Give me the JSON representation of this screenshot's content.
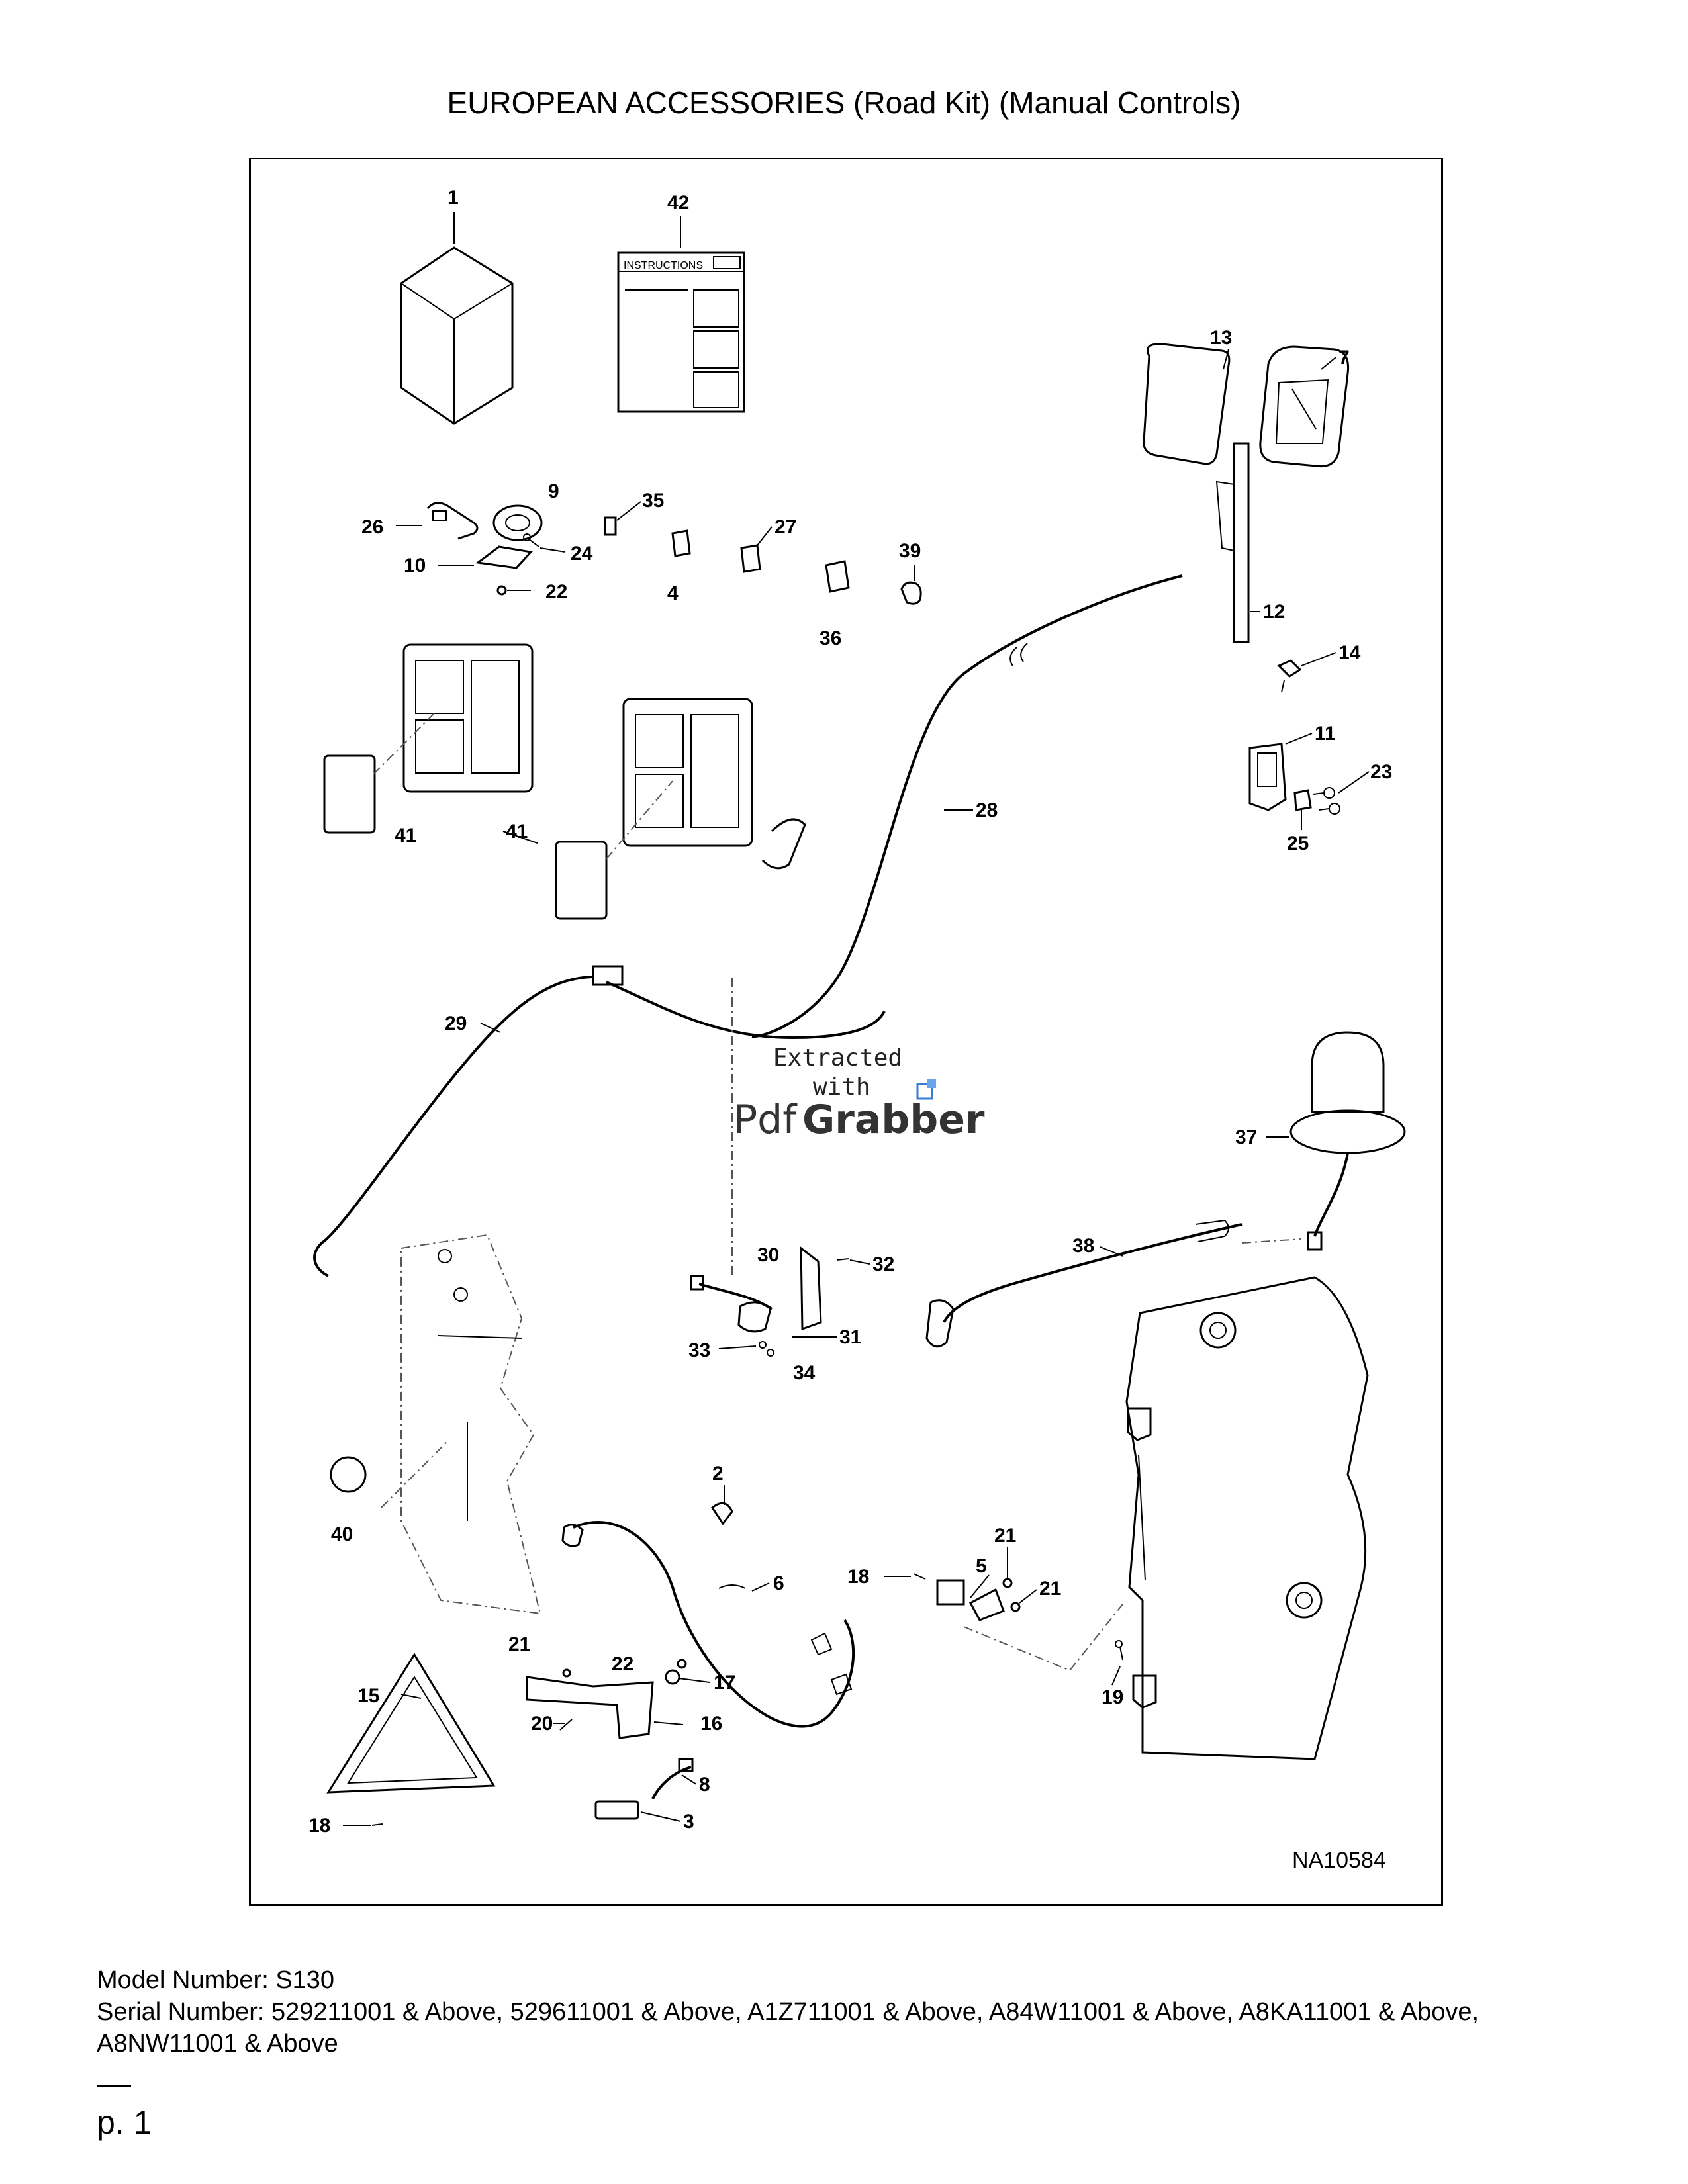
{
  "page": {
    "title": "EUROPEAN ACCESSORIES (Road Kit) (Manual Controls)",
    "model_line": "Model Number: S130",
    "serial_line": "Serial Number: 529211001 & Above, 529611001 & Above, A1Z711001 & Above, A84W11001 & Above, A8KA11001 & Above, A8NW11001 & Above",
    "page_number": "p. 1"
  },
  "diagram": {
    "reference_code": "NA10584",
    "instructions_label": "INSTRUCTIONS",
    "watermark": {
      "line1": "Extracted",
      "line2": "with",
      "brand_a": "Pdf",
      "brand_b": "Grabber"
    },
    "callouts": [
      "1",
      "42",
      "13",
      "7",
      "9",
      "35",
      "26",
      "24",
      "27",
      "39",
      "10",
      "22",
      "4",
      "36",
      "12",
      "14",
      "11",
      "23",
      "25",
      "41",
      "41",
      "28",
      "29",
      "37",
      "38",
      "30",
      "32",
      "31",
      "33",
      "34",
      "2",
      "40",
      "21",
      "6",
      "18",
      "5",
      "21",
      "21",
      "22",
      "17",
      "15",
      "16",
      "20",
      "19",
      "8",
      "18",
      "3"
    ]
  }
}
